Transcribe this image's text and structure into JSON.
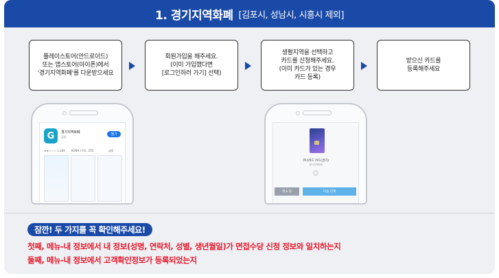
{
  "banner": {
    "title": "1. 경기지역화폐",
    "subtitle": "[김포시, 성남시, 시흥시 제외]"
  },
  "steps": [
    {
      "lines": [
        "플레이스토어(안드로이드)",
        "또는 앱스토어(아이폰)에서",
        "'경기지역화폐'를 다운받으세요"
      ]
    },
    {
      "lines": [
        "회원가입을 해주세요.",
        "(이미 가입했다면",
        "[로그인하러 가기] 선택)"
      ]
    },
    {
      "lines": [
        "생활지역을 선택하고",
        "카드를 신청해주세요.",
        "(이미 카드가 있는 경우",
        "카드 등록)"
      ]
    },
    {
      "lines": [
        "받으신 카드를",
        "등록해주세요"
      ]
    }
  ],
  "phone1": {
    "app_icon_letter": "G",
    "app_name": "경기지역화폐",
    "app_sub": "금융",
    "open_label": "열기",
    "rating": "★★☆☆☆ 1,183",
    "developer": "KONA I CO., LTD.",
    "tag": "금융"
  },
  "phone2": {
    "card_title": "코나카드 카드(경기)",
    "card_sub": "경기지역화폐",
    "cancel_label": "취소 후",
    "next_label": "다음 단계"
  },
  "notice": {
    "badge": "잠깐! 두 가지를 꼭 확인해주세요!",
    "line1": "첫째, 메뉴-내 정보에서 내 정보(성명, 연락처, 성별, 생년월일)가 면접수당 신청 정보와 일치하는지",
    "line2": "둘째, 메뉴-내 정보에서 고객확인정보가 등록되었는지"
  },
  "colors": {
    "brand_blue": "#1a4aa8",
    "warning_red": "#e8192c",
    "background": "#eef0f3"
  }
}
